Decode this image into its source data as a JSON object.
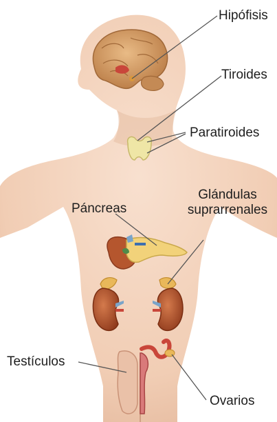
{
  "labels": {
    "hipofisis": "Hipófisis",
    "tiroides": "Tiroides",
    "paratiroides": "Paratiroides",
    "glandulas_line1": "Glándulas",
    "glandulas_line2": "suprarrenales",
    "pancreas": "Páncreas",
    "testiculos": "Testículos",
    "ovarios": "Ovarios"
  },
  "colors": {
    "skin": "#f3d3bd",
    "skin_shade": "#e3b89c",
    "brain": "#d9a36e",
    "kidney": "#b5562e",
    "adrenal": "#e9b85a",
    "pancreas": "#f2d27a",
    "thyroid": "#efe6a6",
    "leader_line": "#555555"
  }
}
